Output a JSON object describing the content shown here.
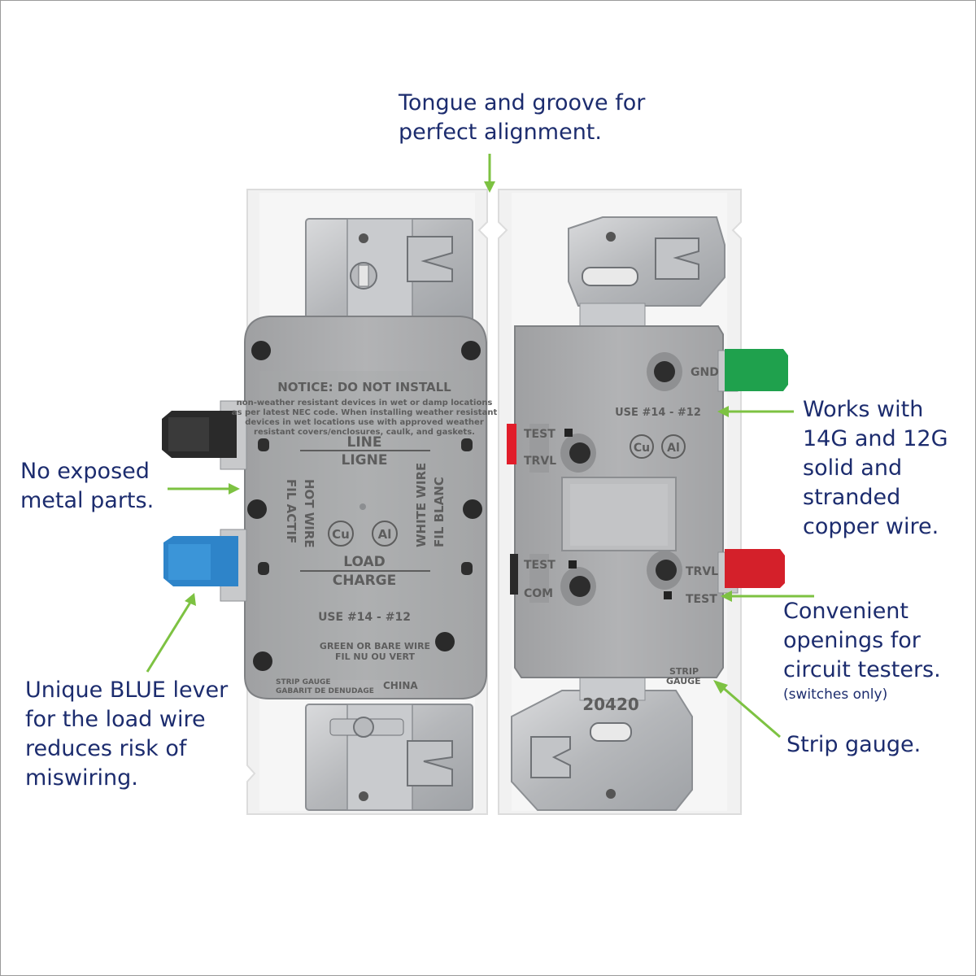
{
  "colors": {
    "callout_text": "#1c2c6e",
    "arrow": "#7dc242",
    "housing": "#a9aaac",
    "frame_white": "#f1f1f1",
    "lever_blue": "#2e84c9",
    "lever_black": "#2a2a2a",
    "lever_green": "#1fa14d",
    "lever_red": "#d4202a",
    "tab_red": "#e11d2a"
  },
  "callouts": {
    "top": [
      "Tongue and groove for",
      "perfect alignment."
    ],
    "left_mid": [
      "No exposed",
      "metal parts."
    ],
    "left_bottom": [
      "Unique BLUE lever",
      "for the load wire",
      "reduces risk of",
      "miswiring."
    ],
    "right_top": [
      "Works with",
      "14G and 12G",
      "solid and",
      "stranded",
      "copper wire."
    ],
    "right_mid": [
      "Convenient",
      "openings for",
      "circuit testers."
    ],
    "right_mid_note": "(switches only)",
    "right_bottom": "Strip gauge."
  },
  "left_device": {
    "notice_title": "NOTICE: DO NOT INSTALL",
    "notice_lines": [
      "non-weather resistant devices in wet or damp locations",
      "as per latest NEC code. When installing weather resistant",
      "devices in wet locations use with approved weather",
      "resistant covers/enclosures, caulk, and gaskets."
    ],
    "line": "LINE",
    "ligne": "LIGNE",
    "hot_wire": "HOT WIRE",
    "fil_actif": "FIL ACTIF",
    "white_wire": "WHITE WIRE",
    "fil_blanc": "FIL BLANC",
    "cu": "Cu",
    "al": "Al",
    "load": "LOAD",
    "charge": "CHARGE",
    "use": "USE #14 - #12",
    "green_wire": "GREEN OR BARE WIRE",
    "fil_vert": "FIL NU OU VERT",
    "strip_gauge": "STRIP GAUGE",
    "gabarit": "GABARIT DE DENUDAGE",
    "china": "CHINA"
  },
  "right_device": {
    "gnd": "GND",
    "use": "USE #14 - #12",
    "cu": "Cu",
    "al": "Al",
    "test_upper": "TEST",
    "trvl_upper": "TRVL",
    "test_lower": "TEST",
    "com": "COM",
    "trvl_right": "TRVL",
    "test_right": "TEST",
    "strip": "STRIP",
    "gauge": "GAUGE",
    "stamp": "20420"
  }
}
